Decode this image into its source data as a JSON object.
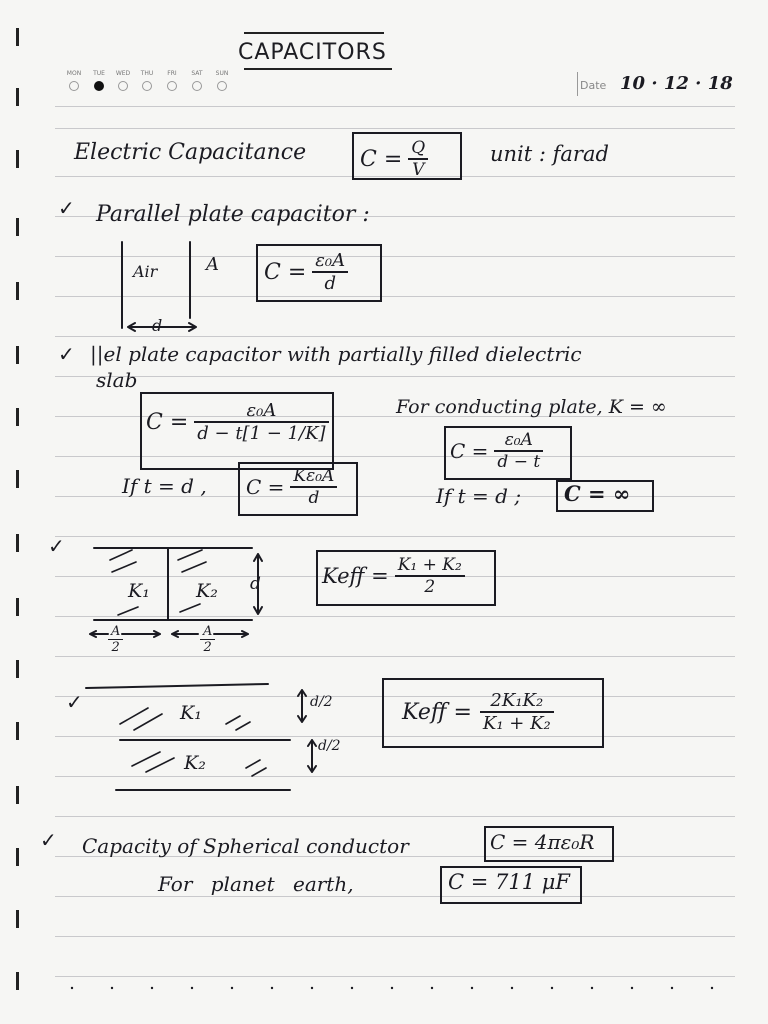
{
  "notebook": {
    "title": "CAPACITORS",
    "weekdays": [
      "MON",
      "TUE",
      "WED",
      "THU",
      "FRI",
      "SAT",
      "SUN"
    ],
    "selected_weekday": "TUE",
    "date_label": "Date",
    "date_value": "10 · 12 · 18"
  },
  "notes": {
    "line1_label": "Electric Capacitance",
    "cap_formula_lhs": "C =",
    "cap_formula_num": "Q",
    "cap_formula_den": "V",
    "unit_text": "unit : farad",
    "pp_heading": "Parallel plate capacitor :",
    "pp_air": "Air",
    "pp_area": "A",
    "pp_gap": "d",
    "pp_formula_lhs": "C =",
    "pp_formula_num": "ε₀A",
    "pp_formula_den": "d",
    "slab_heading_1": "||el plate capacitor with partially filled dielectric",
    "slab_heading_2": "slab",
    "slab_formula_lhs": "C =",
    "slab_formula_num": "ε₀A",
    "slab_formula_den": "d − t[1 − 1/K]",
    "if_td_text": "If t = d ,",
    "if_td_formula_lhs": "C =",
    "if_td_formula_num": "Kε₀A",
    "if_td_formula_den": "d",
    "conducting_text": "For conducting plate, K = ∞",
    "cond_formula_lhs": "C =",
    "cond_formula_num": "ε₀A",
    "cond_formula_den": "d − t",
    "cond_if_text": "If t = d ;",
    "cond_if_formula": "C = ∞",
    "k1": "K₁",
    "k2": "K₂",
    "side_d": "d",
    "half_a_num": "A",
    "half_a_den": "2",
    "keff1_lhs": "Keff =",
    "keff1_num": "K₁ + K₂",
    "keff1_den": "2",
    "d_half": "d/2",
    "keff2_lhs": "Keff =",
    "keff2_num": "2K₁K₂",
    "keff2_den": "K₁ + K₂",
    "sphere_text": "Capacity of Spherical conductor",
    "sphere_formula": "C = 4πε₀R",
    "earth_text": "For planet earth,",
    "earth_formula": "C = 711 μF"
  }
}
